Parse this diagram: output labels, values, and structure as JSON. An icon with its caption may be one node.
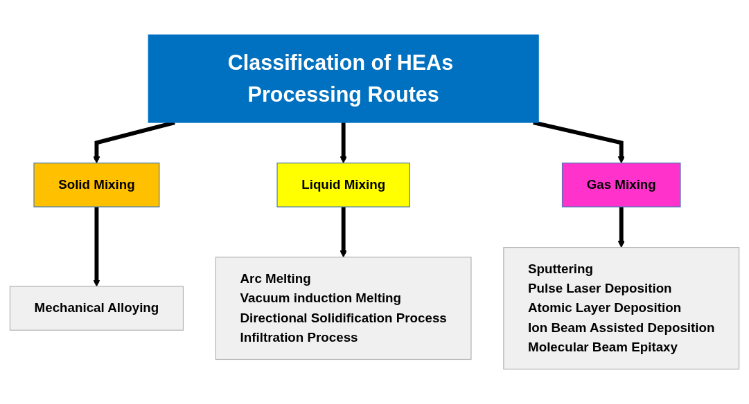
{
  "diagram": {
    "nodes": [
      {
        "text": [
          "Classification of HEAs Processing Routes"
        ]
      },
      {
        "text": [
          "Solid Mixing"
        ]
      },
      {
        "text": [
          "Liquid Mixing"
        ]
      },
      {
        "text": [
          "Gas Mixing"
        ]
      },
      {
        "text": [
          "Mechanical Alloying"
        ]
      },
      {
        "text": [
          "Arc Melting",
          "Vacuum induction Melting",
          "Directional Solidification Process",
          "Infiltration Process"
        ]
      },
      {
        "text": [
          "Sputtering",
          "Pulse Laser Deposition",
          "Atomic Layer Deposition",
          "Ion Beam Assisted Deposition",
          "Molecular Beam Epitaxy"
        ]
      }
    ],
    "edges": [
      {
        "from": 0,
        "to": 1,
        "arrow": "to"
      },
      {
        "from": 0,
        "to": 2,
        "arrow": "to"
      },
      {
        "from": 0,
        "to": 3,
        "arrow": "to"
      },
      {
        "from": 1,
        "to": 4,
        "arrow": "to"
      },
      {
        "from": 2,
        "to": 5,
        "arrow": "to"
      },
      {
        "from": 3,
        "to": 6,
        "arrow": "to"
      }
    ]
  }
}
